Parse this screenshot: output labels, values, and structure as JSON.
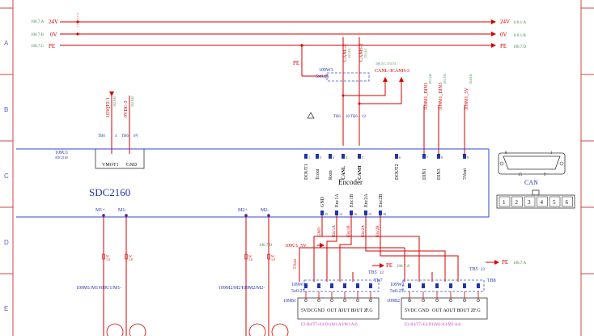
{
  "frame": {
    "rows": [
      "A",
      "B",
      "C",
      "D",
      "E"
    ]
  },
  "rails": [
    {
      "left_ref": "100.7:A",
      "name": "24V",
      "right_label": "24V",
      "right_ref": "110.1:A"
    },
    {
      "left_ref": "100.7:B",
      "name": "0V",
      "right_label": "0V",
      "right_ref": "110.1:B"
    },
    {
      "left_ref": "100.7:C",
      "name": "PE",
      "right_label": "PE",
      "right_ref": "100.7:D"
    }
  ],
  "ids": {
    "pe_top": "PE",
    "cable_top": "109W3",
    "cable_top_spec": "5x0.25",
    "canl2": "CANL-2",
    "canh2": "CANH-2",
    "canl2_ref": "151.4:C",
    "canh2_ref": "151.4:C",
    "canl3": "CANL-3",
    "canh3": "CANH-3",
    "can3_ref": "100.5:C  110.5:C",
    "vmot_wire": "103QF2-1",
    "vmot_ref": "102.8:B",
    "gnd_wire": "0VDC-3",
    "gnd_ref": "102.8:B",
    "din1_wire": "109M1_DIN1",
    "din3_wire": "109M1_DIN3",
    "stout_wire": "109M1_5V",
    "din1_ref": "101.3:B",
    "din3_ref": "101.3:B",
    "stout_ref": "104.8:B",
    "tb6a": "TB6",
    "tb6b": "TB6",
    "tb6a_pin": "4",
    "tb6b_pin": "0V",
    "tb6_can_l": "TB6",
    "tb6_can_h": "TB6",
    "can_pin_l": "10",
    "can_pin_h": "12",
    "drive_tag": "109U1",
    "drive_tag_sub": "SDC2160",
    "vmot": "VMOT1",
    "gnd": "GND",
    "model": "SDC2160",
    "encoder": "Encoder",
    "can": "CAN",
    "can_conn_top_left": "8",
    "can_conn_top_right": "1",
    "can_conn_bot_left": "15",
    "can_conn_bot_right": "9",
    "can_pins": [
      "1",
      "2",
      "3",
      "4",
      "5",
      "6"
    ],
    "motor_pins": [
      "M1+",
      "M1-",
      "M2+",
      "M2-"
    ],
    "motor_wires": [
      "109M1/M1+",
      "109U1/M1-",
      "109M2/M2+",
      "109M2/M2-"
    ],
    "bus_pins": [
      "DOUT1",
      "Tcout",
      "Rxin",
      "CANL",
      "CANH",
      "DOUT2",
      "DIN1",
      "DIN3",
      "5Vout"
    ],
    "bus_pin_nums": [
      "1",
      "2",
      "3",
      "4",
      "5",
      "6",
      "7",
      "8",
      "9"
    ],
    "enc_pins": [
      "GND",
      "Enc1A",
      "Enc1B",
      "Enc2A",
      "Enc2B"
    ],
    "enc_nums": [
      "25",
      "14",
      "16",
      "15",
      "18"
    ],
    "enc_wires": [
      "GND",
      "Enc1A",
      "Enc1B",
      "Enc2A",
      "Enc2B"
    ],
    "fivev_ref": "100.7:D",
    "fivev_wire": "109U1_5V",
    "pe_bot_a": "PE",
    "pe_bot_a_ref": "100.7:A",
    "pe_bot_b": "PE",
    "pe_bot_b_ref": "100.7:A",
    "tb5a": "TB5",
    "tb5a_pin": "22",
    "tb5b": "TB5",
    "tb5b_pin": "23",
    "tb7": "TB7",
    "tb8": "TB8",
    "tb5_row": "TB5",
    "cable_a": "109W1",
    "cable_a_spec": "5x0.25",
    "cable_b": "109W2",
    "cable_b_spec": "5x0.25",
    "enc_a": "109B1",
    "enc_b": "109B2",
    "enc_terms": [
      "5VDC",
      "GND",
      "OUT A",
      "OUT B",
      "OUT Z",
      "F.G"
    ],
    "bottom_ref_a": "E3-B4/T7+E4:D1(M1:A3/M1:A4)",
    "bottom_ref_b": "E3-B4/T7+E4:D1(M2:A3/M2:A4)",
    "fuse_label": "W",
    "fuse_label2": "1.0"
  }
}
